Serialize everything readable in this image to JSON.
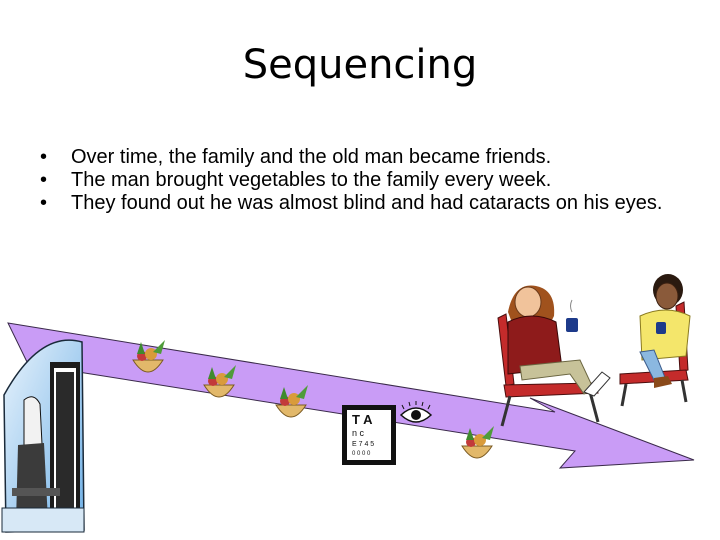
{
  "slide": {
    "title": "Sequencing",
    "bullets": [
      "Over time, the family and the old man became friends.",
      "The man brought vegetables to the family every week.",
      "They found out he was almost blind and had cataracts on his eyes."
    ]
  },
  "chart_letters": [
    "T A",
    "n c",
    "E 7 4 5",
    "0 0 0 0"
  ],
  "colors": {
    "arrow": "#c99cf6",
    "screen": "#7fb8e8",
    "sweater_woman": "#8e1b1b",
    "sweater_girl": "#f4e66b",
    "chair": "#c42b2b"
  },
  "icons": [
    "vegetable-basket-icon",
    "eye-chart-icon",
    "eye-icon",
    "tv-scene-icon",
    "friends-sitting-icon"
  ]
}
